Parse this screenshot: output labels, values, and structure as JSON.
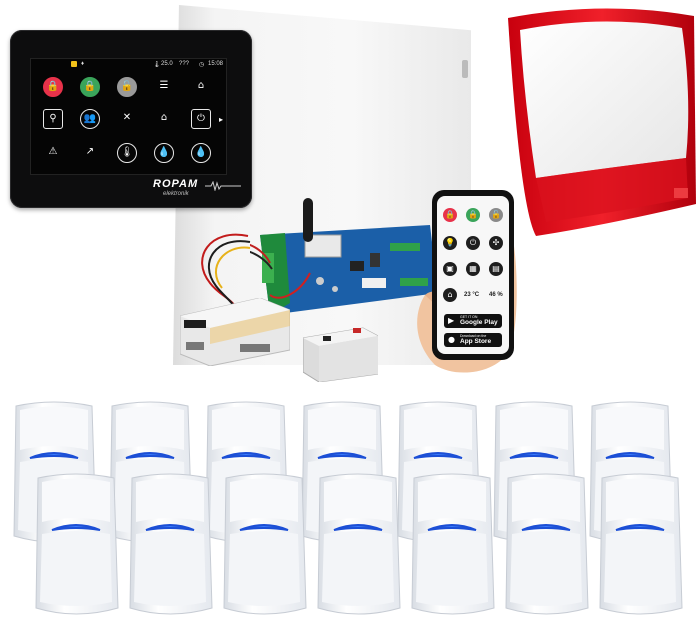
{
  "keypad": {
    "status": {
      "temperature": "25.0",
      "extra": "???",
      "time": "15:08"
    },
    "icons_row1": [
      "lock-armed-icon",
      "lock-partial-icon",
      "lock-disarmed-icon",
      "list-icon",
      "home-icon"
    ],
    "icons_row2": [
      "search-icon",
      "users-icon",
      "tools-icon",
      "settings-house-icon",
      "power-icon"
    ],
    "icons_row3": [
      "alert-icon",
      "chart-icon",
      "thermometer-icon",
      "hygrometer-icon",
      "water-drop-icon"
    ],
    "logo": "ROPAM",
    "logo_sub": "elektronik"
  },
  "phone": {
    "temp": "23 °C",
    "humidity": "46 %",
    "google_small": "GET IT ON",
    "google_big": "Google Play",
    "apple_small": "Download on the",
    "apple_big": "App Store"
  },
  "colors": {
    "siren_red": "#e8101c",
    "pcb_blue": "#1b5fa8",
    "pcb_green": "#1f8a3c",
    "lock_red": "#e8324a",
    "lock_green": "#3aa45a",
    "lens_blue": "#1c4fd6"
  },
  "detectors": {
    "back_row_count": 7,
    "front_row_count": 7
  }
}
